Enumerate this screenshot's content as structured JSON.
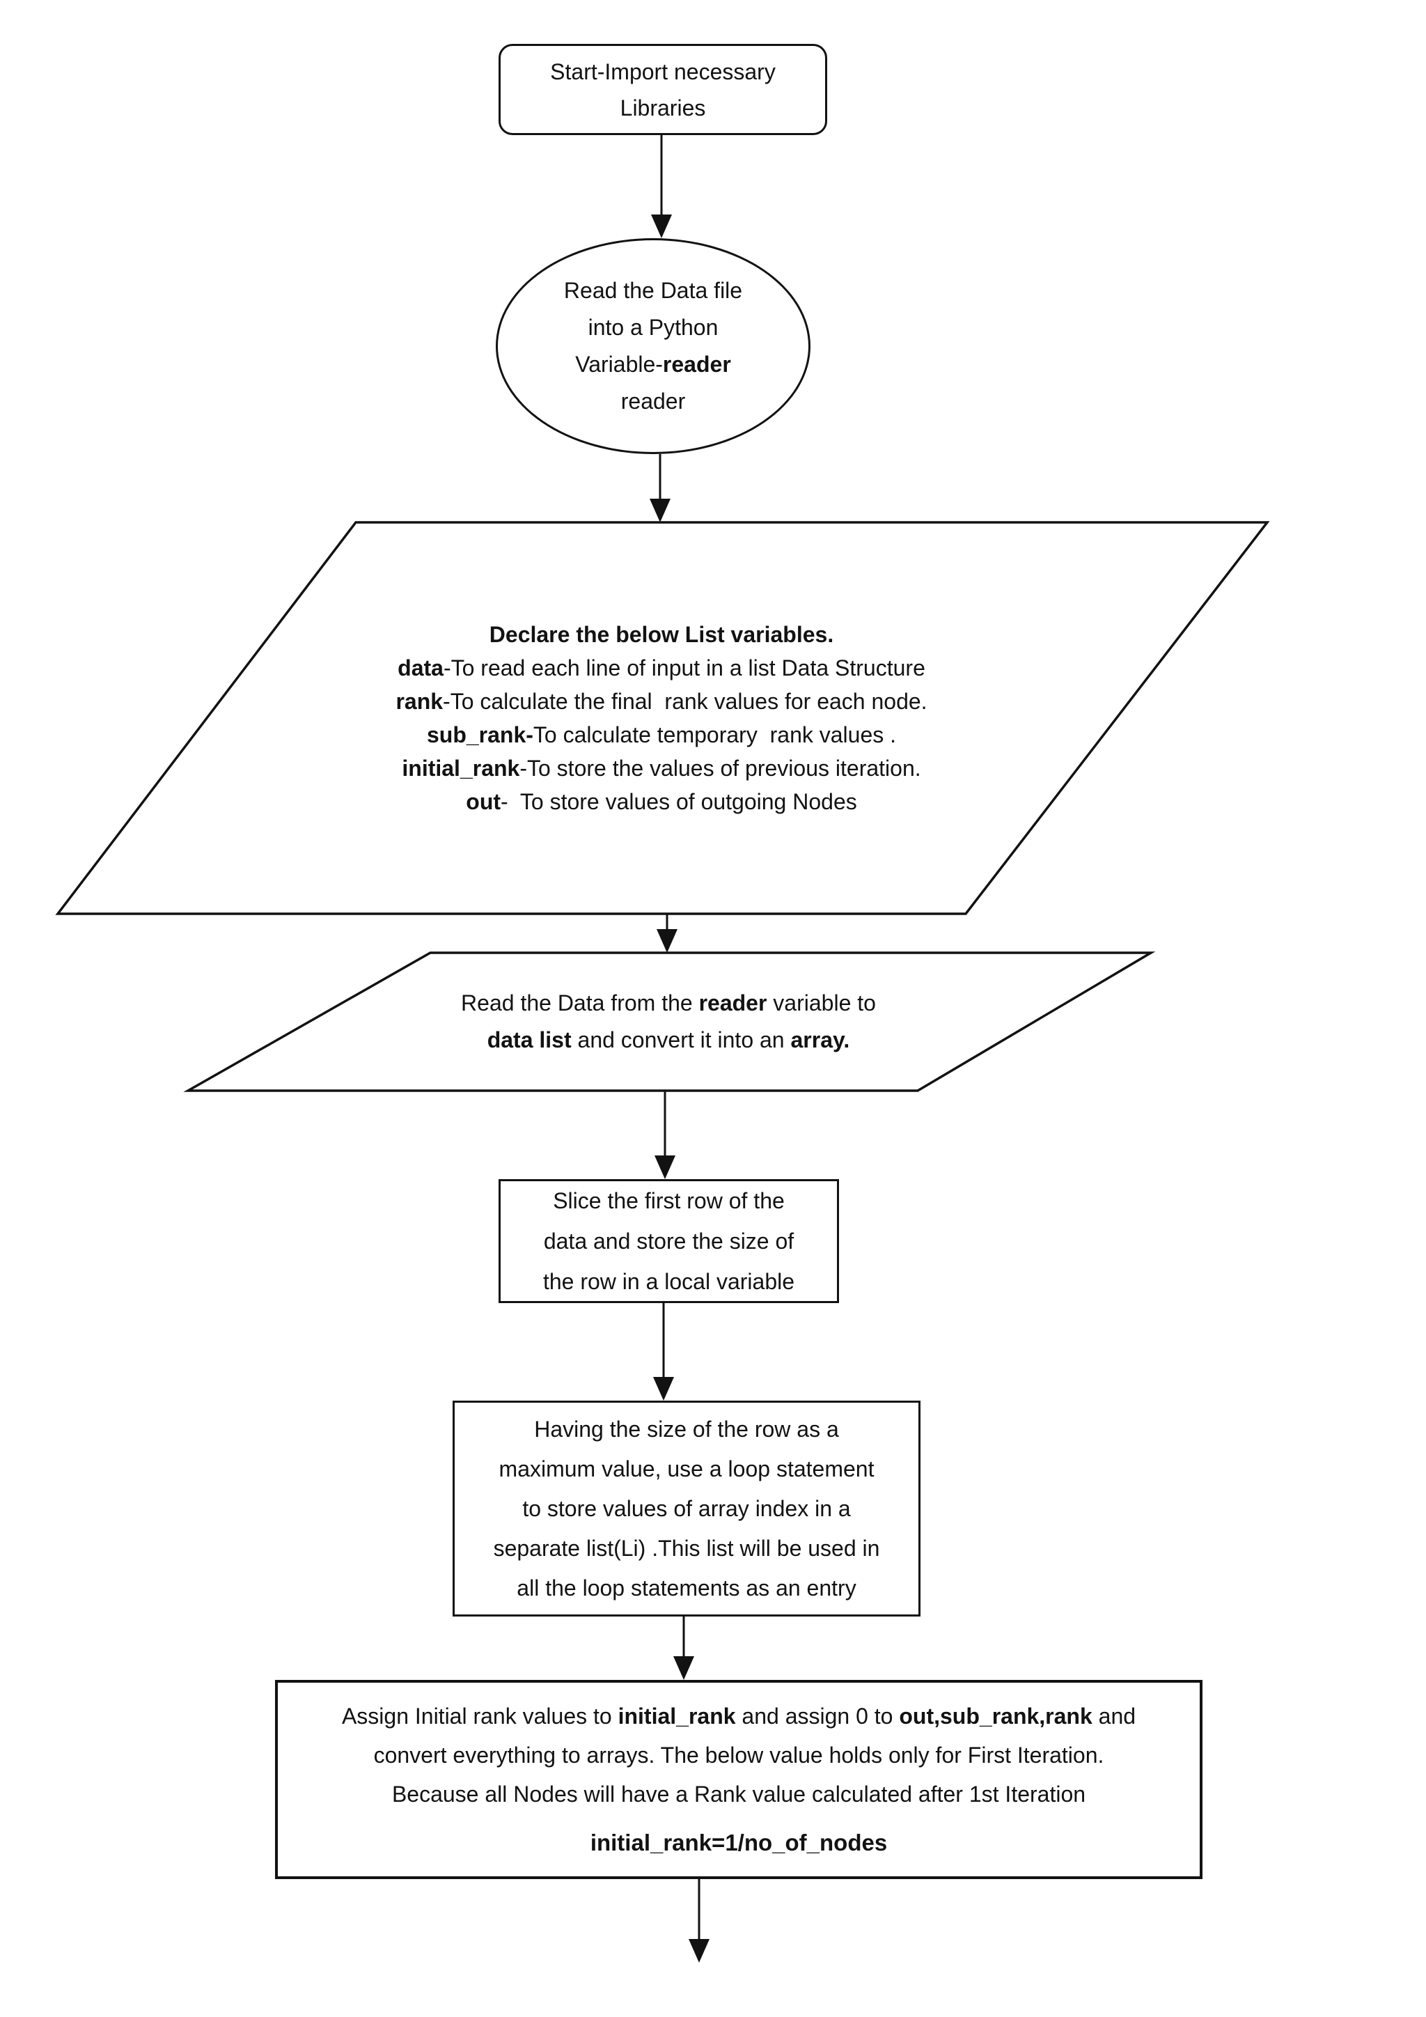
{
  "diagram": {
    "background_color": "#ffffff",
    "line_color": "#121212",
    "nodes": {
      "start": {
        "shape": "rounded-rectangle",
        "lines": [
          [
            {
              "t": "Start-Import necessary"
            }
          ],
          [
            {
              "t": "Libraries"
            }
          ]
        ]
      },
      "read_data_file": {
        "shape": "ellipse",
        "lines": [
          [
            {
              "t": "Read the Data file"
            }
          ],
          [
            {
              "t": "into a Python"
            }
          ],
          [
            {
              "t": "Variable-"
            },
            {
              "t": "reader",
              "b": true
            }
          ],
          [
            {
              "t": "reader"
            }
          ]
        ]
      },
      "declare_variables": {
        "shape": "parallelogram",
        "lines": [
          [
            {
              "t": "Declare the below List variables.",
              "b": true
            }
          ],
          [
            {
              "t": "data",
              "b": true
            },
            {
              "t": "-To read each line of input in a list Data Structure"
            }
          ],
          [
            {
              "t": "rank",
              "b": true
            },
            {
              "t": "-To calculate the final  rank values for each node."
            }
          ],
          [
            {
              "t": "sub_rank-",
              "b": true
            },
            {
              "t": "To calculate temporary  rank values ."
            }
          ],
          [
            {
              "t": "initial_rank",
              "b": true
            },
            {
              "t": "-To store the values of previous iteration."
            }
          ],
          [
            {
              "t": "out",
              "b": true
            },
            {
              "t": "-  To store values of outgoing Nodes"
            }
          ]
        ]
      },
      "read_into_data_list": {
        "shape": "parallelogram",
        "lines": [
          [
            {
              "t": "Read the Data from the "
            },
            {
              "t": "reader",
              "b": true
            },
            {
              "t": " variable to"
            }
          ],
          [
            {
              "t": "data list",
              "b": true
            },
            {
              "t": " and convert it into an "
            },
            {
              "t": "array.",
              "b": true
            }
          ]
        ]
      },
      "slice_first_row": {
        "shape": "rectangle",
        "lines": [
          [
            {
              "t": "Slice the first row of the"
            }
          ],
          [
            {
              "t": "data and store the size of"
            }
          ],
          [
            {
              "t": "the row in a local variable"
            }
          ]
        ]
      },
      "loop_store_index": {
        "shape": "rectangle",
        "lines": [
          [
            {
              "t": "Having the size of the row as a"
            }
          ],
          [
            {
              "t": "maximum value, use a loop statement"
            }
          ],
          [
            {
              "t": "to store values of array index in a"
            }
          ],
          [
            {
              "t": "separate list(Li) .This list will be used in"
            }
          ],
          [
            {
              "t": "all the loop statements as an entry"
            }
          ]
        ]
      },
      "assign_initial_rank": {
        "shape": "rectangle",
        "lines": [
          [
            {
              "t": "Assign Initial rank values to "
            },
            {
              "t": "initial_rank",
              "b": true
            },
            {
              "t": " and assign 0 to "
            },
            {
              "t": "out,sub_rank,rank",
              "b": true
            },
            {
              "t": " and"
            }
          ],
          [
            {
              "t": "convert everything to arrays. The below value holds only for First Iteration."
            }
          ],
          [
            {
              "t": "Because all Nodes will have a Rank value calculated after 1st Iteration"
            }
          ],
          [
            {
              "t": "initial_rank=1/no_of_nodes",
              "b": true
            }
          ]
        ]
      }
    },
    "edges": [
      {
        "from": "start",
        "to": "read_data_file"
      },
      {
        "from": "read_data_file",
        "to": "declare_variables"
      },
      {
        "from": "declare_variables",
        "to": "read_into_data_list"
      },
      {
        "from": "read_into_data_list",
        "to": "slice_first_row"
      },
      {
        "from": "slice_first_row",
        "to": "loop_store_index"
      },
      {
        "from": "loop_store_index",
        "to": "assign_initial_rank"
      },
      {
        "from": "assign_initial_rank",
        "to": "continuation_below"
      }
    ]
  }
}
